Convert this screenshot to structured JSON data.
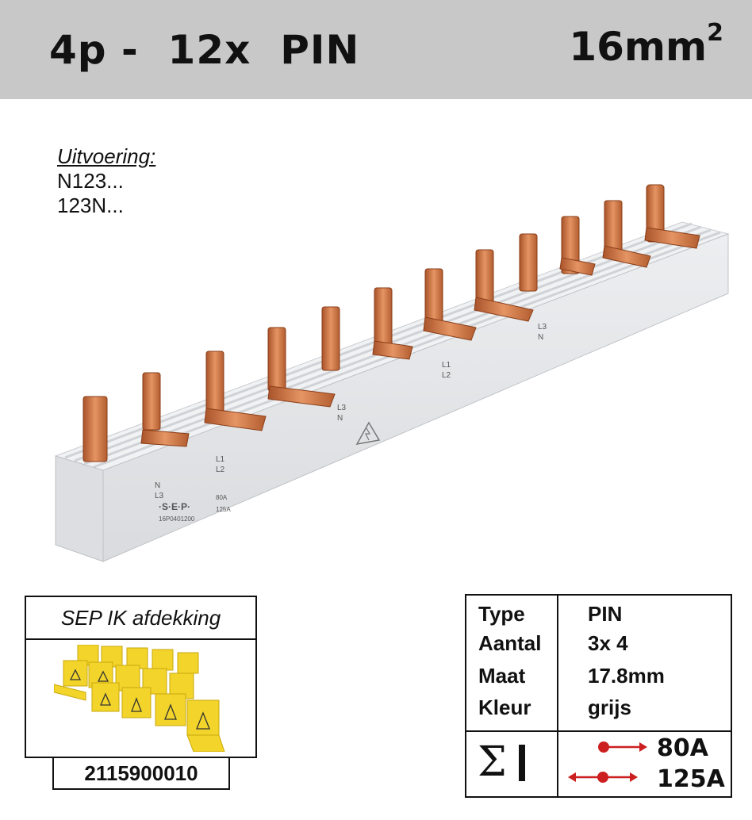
{
  "header": {
    "title": "4p -  12x  PIN",
    "size": "16mm",
    "size_exp": "2"
  },
  "variants": {
    "label": "Uitvoering:",
    "items": [
      "N123...",
      "123N..."
    ]
  },
  "product_markings": {
    "brand": "·S·E·P·",
    "phases": [
      "N",
      "L3",
      "L1",
      "L2",
      "L3",
      "N",
      "L1",
      "L2",
      "L3",
      "N"
    ],
    "rating_small": "80A",
    "rating_large": "125A",
    "code": "16P0401200"
  },
  "cover": {
    "title": "SEP IK afdekking",
    "article": "2115900010"
  },
  "spec": {
    "rows": [
      {
        "key": "Type",
        "value": "PIN"
      },
      {
        "key": "Aantal",
        "value": "3x 4"
      },
      {
        "key": "Maat",
        "value": "17.8mm"
      },
      {
        "key": "Kleur",
        "value": "grijs"
      }
    ],
    "sigma": "Σ",
    "current_single": "80A",
    "current_double": "125A"
  },
  "colors": {
    "header_bg": "#c8c8c8",
    "copper": "#c8723f",
    "busbar_grey": "#e4e6e8",
    "cover_yellow": "#f2d42a",
    "arrow_red": "#cc1f1f"
  }
}
